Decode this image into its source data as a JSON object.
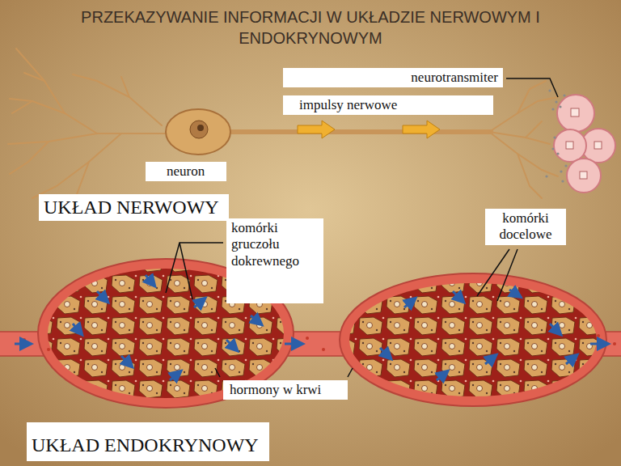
{
  "diagram": {
    "title": "PRZEKAZYWANIE INFORMACJI W UKŁADZIE NERWOWYM I ENDOKRYNOWYM",
    "labels": [
      "neurotransmiter",
      "impulsy nerwowe",
      "neuron",
      "UKŁAD NERWOWY",
      "komórki gruczołu dokrewnego",
      "komórki docelowe",
      "hormony w krwi",
      "UKŁAD ENDOKRYNOWY"
    ]
  }
}
